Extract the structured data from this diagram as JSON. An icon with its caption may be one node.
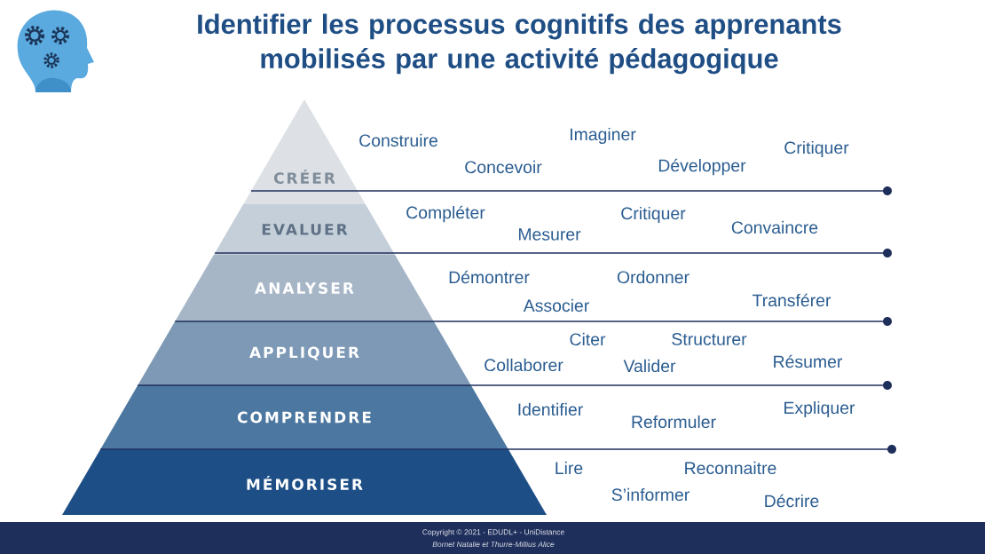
{
  "diagram": {
    "title": "Identifier les processus cognitifs des apprenants mobilisés par une activité pédagogique",
    "nodes": [
      {
        "text": [
          "CRÉER"
        ]
      },
      {
        "text": [
          "EVALUER"
        ]
      },
      {
        "text": [
          "ANALYSER"
        ]
      },
      {
        "text": [
          "APPLIQUER"
        ]
      },
      {
        "text": [
          "COMPRENDRE"
        ]
      },
      {
        "text": [
          "MÉMORISER"
        ]
      }
    ],
    "labels": [
      "Construire",
      "Imaginer",
      "Critiquer",
      "Concevoir",
      "Développer",
      "Compléter",
      "Critiquer",
      "Mesurer",
      "Convaincre",
      "Démontrer",
      "Ordonner",
      "Associer",
      "Transférer",
      "Citer",
      "Structurer",
      "Collaborer",
      "Valider",
      "Résumer",
      "Identifier",
      "Reformuler",
      "Expliquer",
      "Lire",
      "Reconnaitre",
      "S’informer",
      "Décrire",
      "Copyright © 2021 - EDUDL+ - UniDistance",
      "Bornet Natalie et Thurre-Millius Alice"
    ]
  }
}
